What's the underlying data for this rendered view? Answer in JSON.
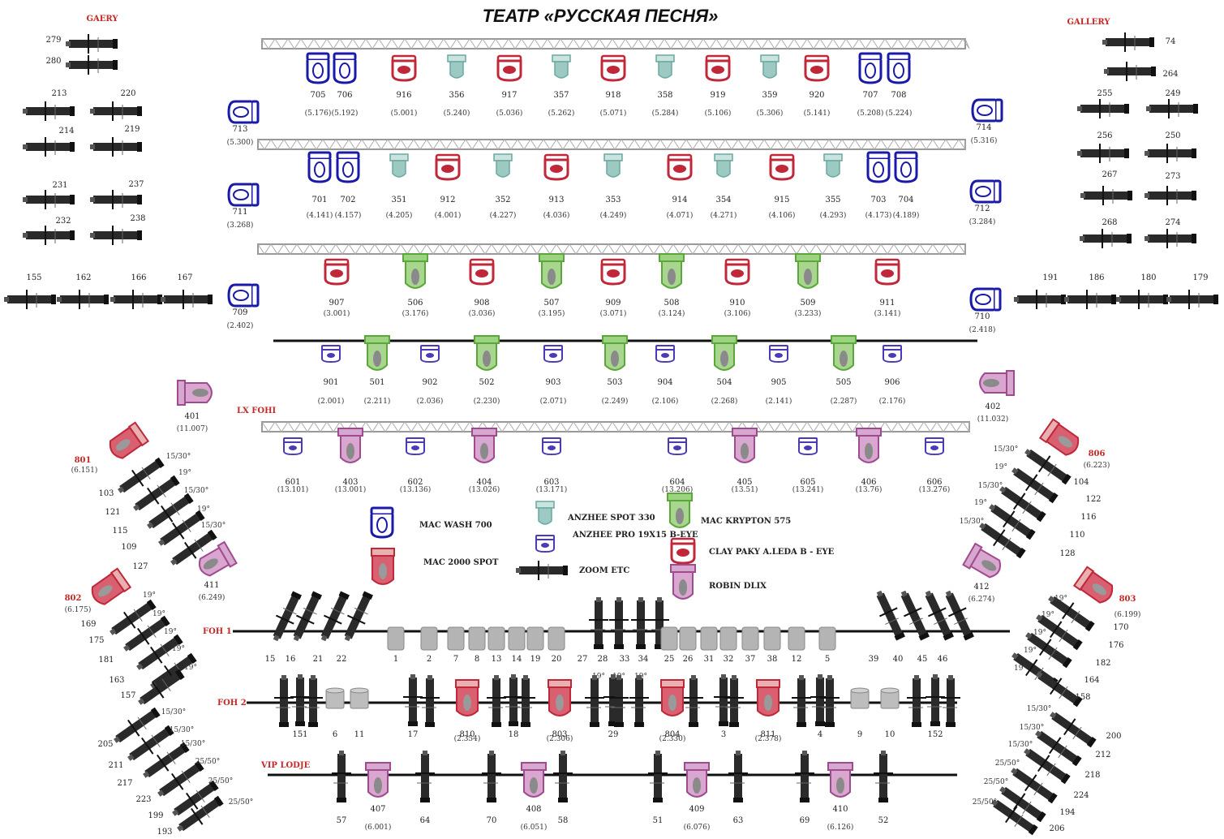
{
  "title": "ТЕАТР «РУССКАЯ ПЕСНЯ»",
  "colors": {
    "mac_wash": "#1a1aa8",
    "mac_spot": "#c0283a",
    "anzhee_spot": "#6aa8a0",
    "anzhee_pro": "#4a3ab8",
    "krypton": "#5aa83a",
    "clay": "#c0283a",
    "robin": "#a04a90",
    "etc": "#333333",
    "truss": "#999999",
    "pipe": "#111111"
  },
  "labels": {
    "gallery_left": "GAERY",
    "gallery_right": "GALLERY",
    "lx_fohi": "LX FOHI",
    "foh1": "FOH 1",
    "foh2": "FOH 2",
    "vip": "VIP LODJE"
  },
  "legend": [
    {
      "kind": "mac_wash",
      "label": "MAC WASH 700"
    },
    {
      "kind": "mac_spot",
      "label": "MAC 2000 SPOT"
    },
    {
      "kind": "anzhee_spot",
      "label": "ANZHEE SPOT 330"
    },
    {
      "kind": "anzhee_pro",
      "label": "ANZHEE PRO 19X15 B-EYE"
    },
    {
      "kind": "etc",
      "label": "ZOOM ETC"
    },
    {
      "kind": "krypton",
      "label": "MAC KRYPTON 575"
    },
    {
      "kind": "clay",
      "label": "CLAY PAKY A.LEDA B - EYE"
    },
    {
      "kind": "robin",
      "label": "ROBIN DLIX"
    }
  ],
  "truss1": [
    {
      "kind": "mac_wash",
      "num": "705",
      "val": "(5.176)"
    },
    {
      "kind": "mac_wash",
      "num": "706",
      "val": "(5.192)"
    },
    {
      "kind": "clay",
      "num": "916",
      "val": "(5.001)"
    },
    {
      "kind": "anzhee_spot",
      "num": "356",
      "val": "(5.240)"
    },
    {
      "kind": "clay",
      "num": "917",
      "val": "(5.036)"
    },
    {
      "kind": "anzhee_spot",
      "num": "357",
      "val": "(5.262)"
    },
    {
      "kind": "clay",
      "num": "918",
      "val": "(5.071)"
    },
    {
      "kind": "anzhee_spot",
      "num": "358",
      "val": "(5.284)"
    },
    {
      "kind": "clay",
      "num": "919",
      "val": "(5.106)"
    },
    {
      "kind": "anzhee_spot",
      "num": "359",
      "val": "(5.306)"
    },
    {
      "kind": "clay",
      "num": "920",
      "val": "(5.141)"
    },
    {
      "kind": "mac_wash",
      "num": "707",
      "val": "(5.208)"
    },
    {
      "kind": "mac_wash",
      "num": "708",
      "val": "(5.224)"
    }
  ],
  "truss2": [
    {
      "kind": "mac_wash",
      "num": "701",
      "val": "(4.141)"
    },
    {
      "kind": "mac_wash",
      "num": "702",
      "val": "(4.157)"
    },
    {
      "kind": "anzhee_spot",
      "num": "351",
      "val": "(4.205)"
    },
    {
      "kind": "clay",
      "num": "912",
      "val": "(4.001)"
    },
    {
      "kind": "anzhee_spot",
      "num": "352",
      "val": "(4.227)"
    },
    {
      "kind": "clay",
      "num": "913",
      "val": "(4.036)"
    },
    {
      "kind": "anzhee_spot",
      "num": "353",
      "val": "(4.249)"
    },
    {
      "kind": "clay",
      "num": "914",
      "val": "(4.071)"
    },
    {
      "kind": "anzhee_spot",
      "num": "354",
      "val": "(4.271)"
    },
    {
      "kind": "clay",
      "num": "915",
      "val": "(4.106)"
    },
    {
      "kind": "anzhee_spot",
      "num": "355",
      "val": "(4.293)"
    },
    {
      "kind": "mac_wash",
      "num": "703",
      "val": "(4.173)"
    },
    {
      "kind": "mac_wash",
      "num": "704",
      "val": "(4.189)"
    }
  ],
  "truss3": [
    {
      "kind": "clay",
      "num": "907",
      "val": "(3.001)"
    },
    {
      "kind": "krypton",
      "num": "506",
      "val": "(3.176)"
    },
    {
      "kind": "clay",
      "num": "908",
      "val": "(3.036)"
    },
    {
      "kind": "krypton",
      "num": "507",
      "val": "(3.195)"
    },
    {
      "kind": "clay",
      "num": "909",
      "val": "(3.071)"
    },
    {
      "kind": "krypton",
      "num": "508",
      "val": "(3.124)"
    },
    {
      "kind": "clay",
      "num": "910",
      "val": "(3.106)"
    },
    {
      "kind": "krypton",
      "num": "509",
      "val": "(3.233)"
    },
    {
      "kind": "clay",
      "num": "911",
      "val": "(3.141)"
    }
  ],
  "pipe4": [
    {
      "kind": "anzhee_pro",
      "num": "901",
      "val": "(2.001)"
    },
    {
      "kind": "krypton",
      "num": "501",
      "val": "(2.211)"
    },
    {
      "kind": "anzhee_pro",
      "num": "902",
      "val": "(2.036)"
    },
    {
      "kind": "krypton",
      "num": "502",
      "val": "(2.230)"
    },
    {
      "kind": "anzhee_pro",
      "num": "903",
      "val": "(2.071)"
    },
    {
      "kind": "krypton",
      "num": "503",
      "val": "(2.249)"
    },
    {
      "kind": "anzhee_pro",
      "num": "904",
      "val": "(2.106)"
    },
    {
      "kind": "krypton",
      "num": "504",
      "val": "(2.268)"
    },
    {
      "kind": "anzhee_pro",
      "num": "905",
      "val": "(2.141)"
    },
    {
      "kind": "krypton",
      "num": "505",
      "val": "(2.287)"
    },
    {
      "kind": "anzhee_pro",
      "num": "906",
      "val": "(2.176)"
    }
  ],
  "lxfohi": [
    {
      "kind": "anzhee_pro",
      "num": "601",
      "val": "(13.101)"
    },
    {
      "kind": "robin",
      "num": "403",
      "val": "(13.001)"
    },
    {
      "kind": "anzhee_pro",
      "num": "602",
      "val": "(13.136)"
    },
    {
      "kind": "robin",
      "num": "404",
      "val": "(13.026)"
    },
    {
      "kind": "anzhee_pro",
      "num": "603",
      "val": "(13.171)"
    },
    {
      "kind": "anzhee_pro",
      "num": "604",
      "val": "(13.206)"
    },
    {
      "kind": "robin",
      "num": "405",
      "val": "(13.51)"
    },
    {
      "kind": "anzhee_pro",
      "num": "605",
      "val": "(13.241)"
    },
    {
      "kind": "robin",
      "num": "406",
      "val": "(13.76)"
    },
    {
      "kind": "anzhee_pro",
      "num": "606",
      "val": "(13.276)"
    }
  ],
  "side_wash": [
    {
      "num": "713",
      "val": "(5.300)"
    },
    {
      "num": "714",
      "val": "(5.316)"
    },
    {
      "num": "711",
      "val": "(3.268)"
    },
    {
      "num": "712",
      "val": "(3.284)"
    },
    {
      "num": "709",
      "val": "(2.402)"
    },
    {
      "num": "710",
      "val": "(2.418)"
    }
  ],
  "side_robin": [
    {
      "num": "401",
      "val": "(11.007)"
    },
    {
      "num": "402",
      "val": "(11.032)"
    },
    {
      "num": "411",
      "val": "(6.249)"
    },
    {
      "num": "412",
      "val": "(6.274)"
    }
  ],
  "side_spot": [
    {
      "num": "801",
      "val": "(6.151)"
    },
    {
      "num": "806",
      "val": "(6.223)"
    },
    {
      "num": "802",
      "val": "(6.175)"
    },
    {
      "num": "803",
      "val": "(6.199)"
    }
  ],
  "gallery_left_nums": [
    "279",
    "280",
    "213",
    "220",
    "214",
    "219",
    "231",
    "237",
    "232",
    "238",
    "155",
    "162",
    "166",
    "167"
  ],
  "gallery_right_nums": [
    "74",
    "264",
    "255",
    "249",
    "256",
    "250",
    "267",
    "273",
    "268",
    "274",
    "191",
    "186",
    "180",
    "179"
  ],
  "left_diag_nums": [
    "103",
    "121",
    "115",
    "109",
    "127",
    "169",
    "175",
    "181",
    "163",
    "157",
    "205",
    "211",
    "217",
    "223",
    "199",
    "193"
  ],
  "right_diag_nums": [
    "104",
    "122",
    "116",
    "110",
    "128",
    "170",
    "176",
    "182",
    "164",
    "158",
    "200",
    "212",
    "218",
    "224",
    "194",
    "206"
  ],
  "left_angles": [
    "15/30°",
    "19°",
    "15/30°",
    "19°",
    "15/30°",
    "19°",
    "19°",
    "19°",
    "19°",
    "19°",
    "15/30°",
    "15/30°",
    "15/30°",
    "25/50°",
    "25/50°",
    "25/50°"
  ],
  "right_angles": [
    "15/30°",
    "19°",
    "15/30°",
    "19°",
    "15/30°",
    "19°",
    "19°",
    "19°",
    "19°",
    "19°",
    "15/30°",
    "15/30°",
    "15/30°",
    "25/50°",
    "25/50°",
    "25/50°"
  ],
  "foh1_nums": [
    "15",
    "16",
    "21",
    "22",
    "1",
    "2",
    "7",
    "8",
    "13",
    "14",
    "19",
    "20",
    "27",
    "28",
    "33",
    "34",
    "25",
    "26",
    "31",
    "32",
    "37",
    "38",
    "12",
    "5",
    "39",
    "40",
    "45",
    "46"
  ],
  "foh1_angles": [
    "19°",
    "19°",
    "19°"
  ],
  "foh2_nums": [
    "151",
    "6",
    "11",
    "17",
    "810",
    "18",
    "803",
    "29",
    "804",
    "3",
    "811",
    "4",
    "9",
    "10",
    "152"
  ],
  "foh2_vals": {
    "810": "(2.354)",
    "803": "(2.306)",
    "804": "(2.330)",
    "811": "(2.378)"
  },
  "vip_nums": [
    "57",
    "407",
    "64",
    "70",
    "408",
    "58",
    "51",
    "409",
    "63",
    "69",
    "410",
    "52"
  ],
  "vip_vals": {
    "407": "(6.001)",
    "408": "(6.051)",
    "409": "(6.076)",
    "410": "(6.126)"
  }
}
